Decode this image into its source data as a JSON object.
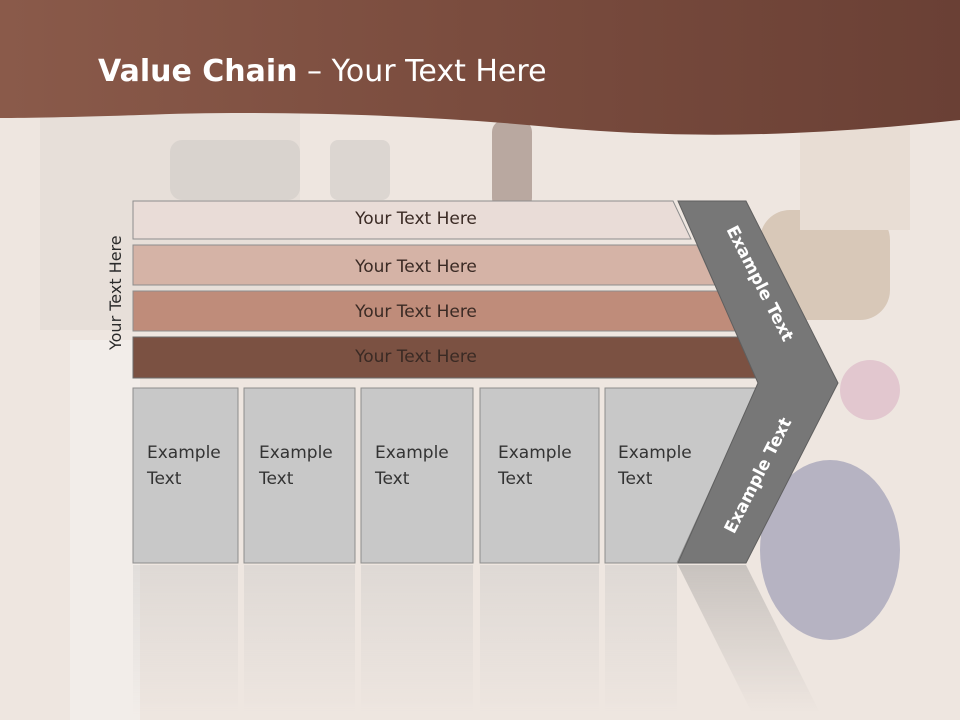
{
  "slide": {
    "title_bold": "Value Chain",
    "title_rest": " – Your Text Here",
    "side_label": "Your Text Here"
  },
  "rows": [
    {
      "label": "Your Text Here",
      "color": "#e9dcd7"
    },
    {
      "label": "Your Text Here",
      "color": "#d5b3a6"
    },
    {
      "label": "Your Text Here",
      "color": "#bf8c7a"
    },
    {
      "label": "Your Text Here",
      "color": "#7b5142"
    }
  ],
  "boxes": [
    {
      "line1": "Example",
      "line2": "Text"
    },
    {
      "line1": "Example",
      "line2": "Text"
    },
    {
      "line1": "Example",
      "line2": "Text"
    },
    {
      "line1": "Example",
      "line2": "Text"
    },
    {
      "line1": "Example",
      "line2": "Text"
    }
  ],
  "chevron": {
    "upper_label": "Example Text",
    "lower_label": "Example Text",
    "color": "#777777"
  },
  "colors": {
    "header": "#6e4538",
    "box_fill": "#c8c8c8"
  }
}
